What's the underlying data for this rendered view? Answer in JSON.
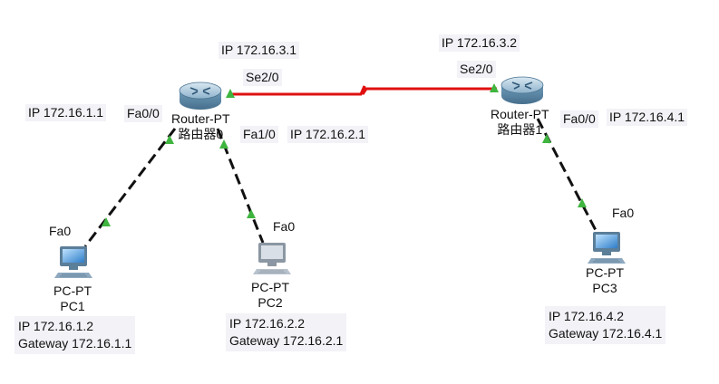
{
  "ip_labels": {
    "r0_fa00": "IP 172.16.1.1",
    "r0_se20": "IP 172.16.3.1",
    "r0_fa10": "IP 172.16.2.1",
    "r1_se20": "IP 172.16.3.2",
    "r1_fa00": "IP 172.16.4.1"
  },
  "port_labels": {
    "r0_fa00": "Fa0/0",
    "r0_se20": "Se2/0",
    "r0_fa10": "Fa1/0",
    "r1_se20": "Se2/0",
    "r1_fa00": "Fa0/0",
    "pc1": "Fa0",
    "pc2": "Fa0",
    "pc3": "Fa0"
  },
  "routers": [
    {
      "type": "Router-PT",
      "name": "路由器0"
    },
    {
      "type": "Router-PT",
      "name": "路由器1"
    }
  ],
  "pcs": [
    {
      "type": "PC-PT",
      "name": "PC1",
      "ip": "IP 172.16.1.2",
      "gateway": "Gateway 172.16.1.1"
    },
    {
      "type": "PC-PT",
      "name": "PC2",
      "ip": "IP 172.16.2.2",
      "gateway": "Gateway 172.16.2.1"
    },
    {
      "type": "PC-PT",
      "name": "PC3",
      "ip": "IP 172.16.4.2",
      "gateway": "Gateway 172.16.4.1"
    }
  ],
  "colors": {
    "serial_link": "#e01010",
    "ethernet_link": "#111111",
    "link_up": "#3fb53f",
    "router_body": "#6d9bb8"
  },
  "icons": {
    "router": "router-icon",
    "pc": "pc-icon",
    "link_status": "link-up-triangle-icon"
  }
}
